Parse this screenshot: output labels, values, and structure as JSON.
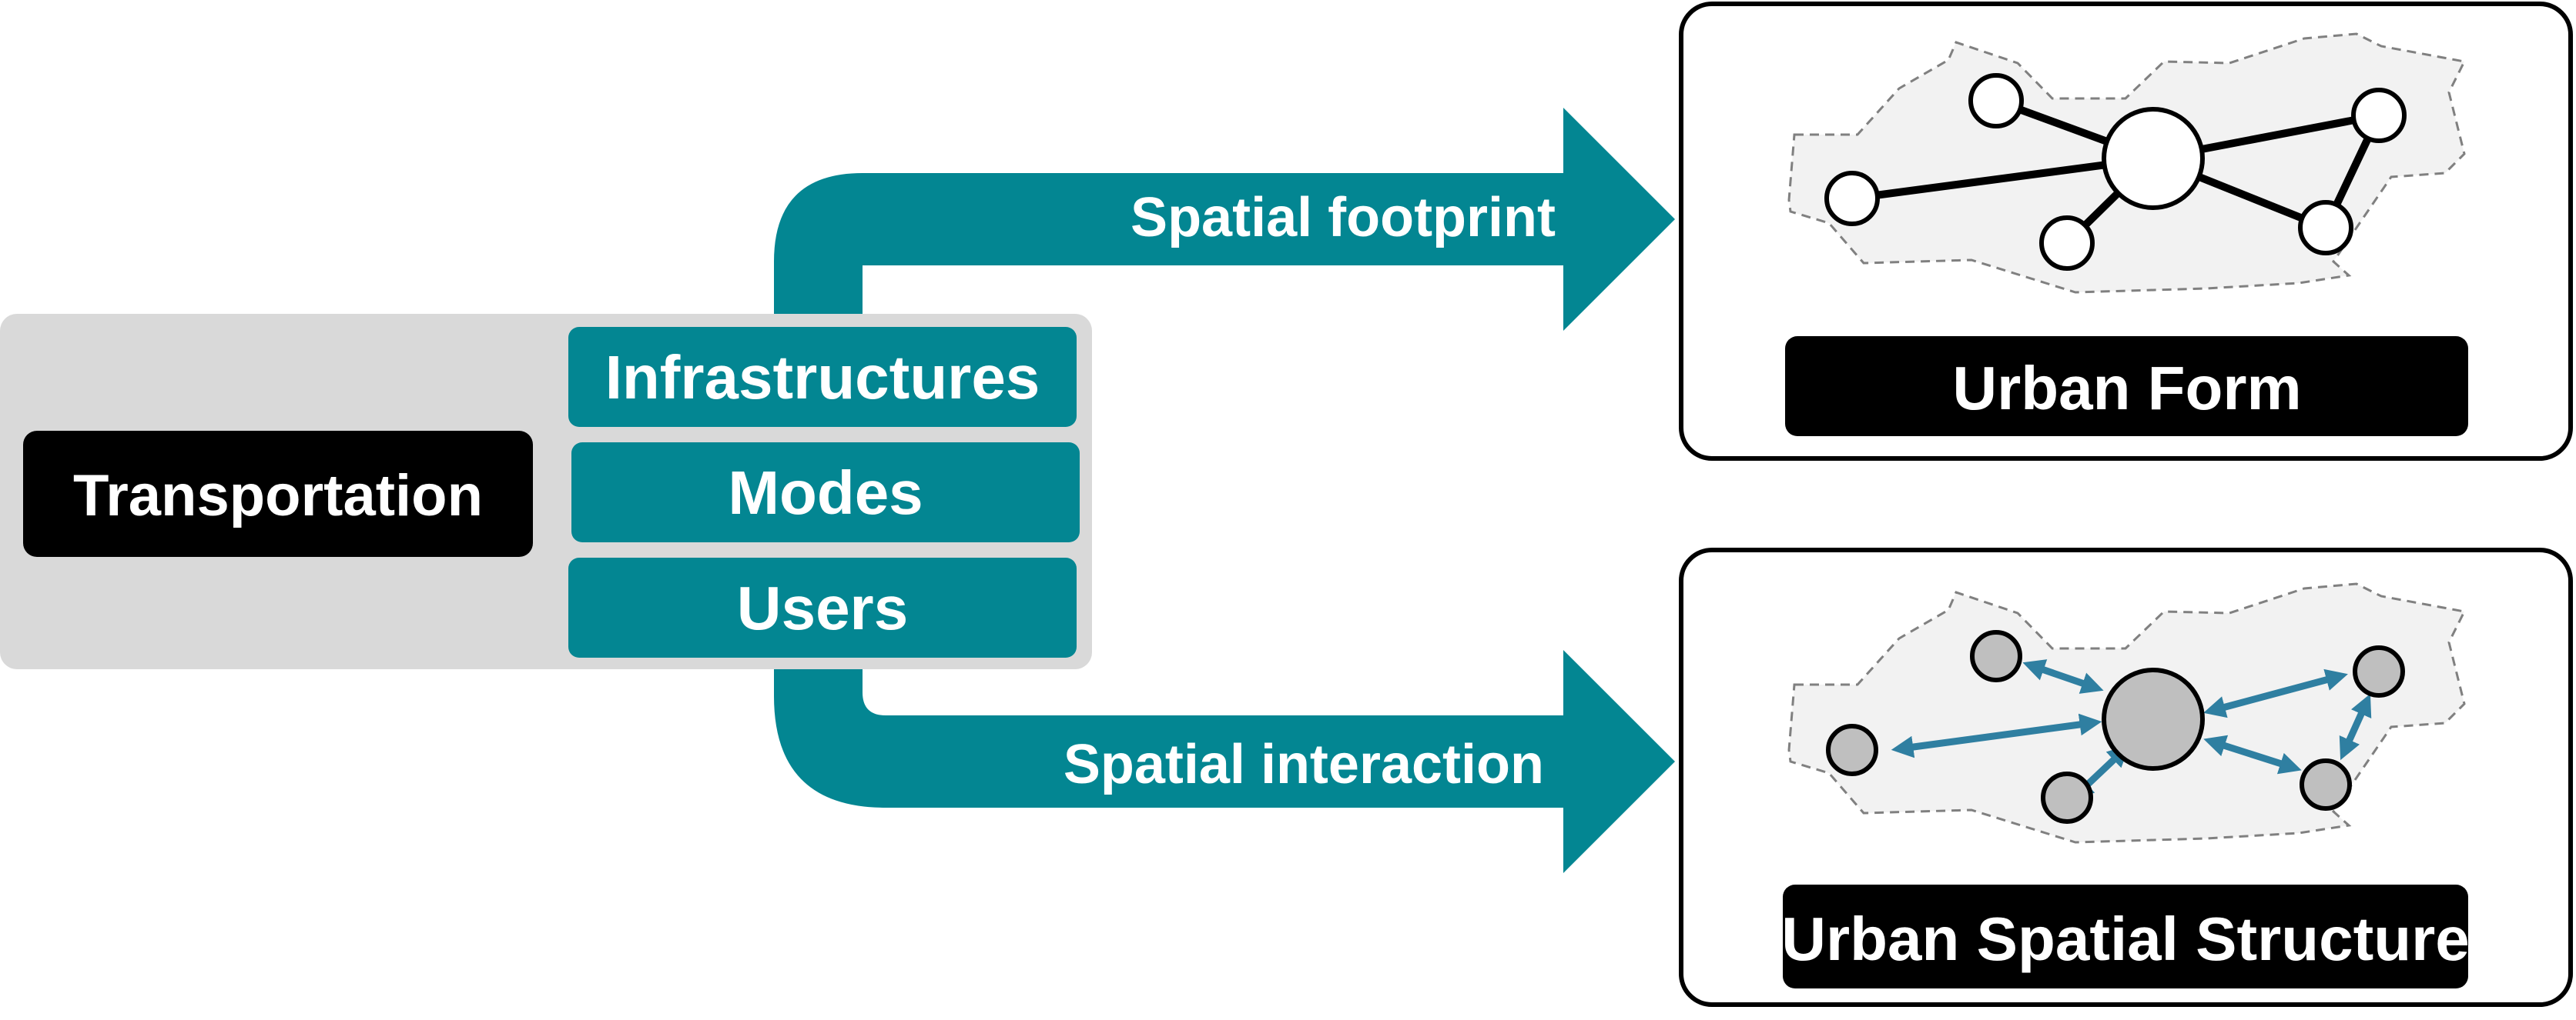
{
  "diagram": {
    "transport_group": {
      "title": "Transportation",
      "items": [
        {
          "label": "Infrastructures"
        },
        {
          "label": "Modes"
        },
        {
          "label": "Users"
        }
      ]
    },
    "flows": {
      "upper_label": "Spatial footprint",
      "lower_label": "Spatial interaction"
    },
    "panels": {
      "upper_title": "Urban Form",
      "lower_title": "Urban Spatial Structure"
    },
    "colors": {
      "teal": "#038692",
      "group_gray": "#d9d9d9",
      "region_fill": "#f2f2f2",
      "node_gray": "#bfbfbf",
      "interaction_arrow": "#2f7fa1",
      "black": "#000000"
    }
  }
}
